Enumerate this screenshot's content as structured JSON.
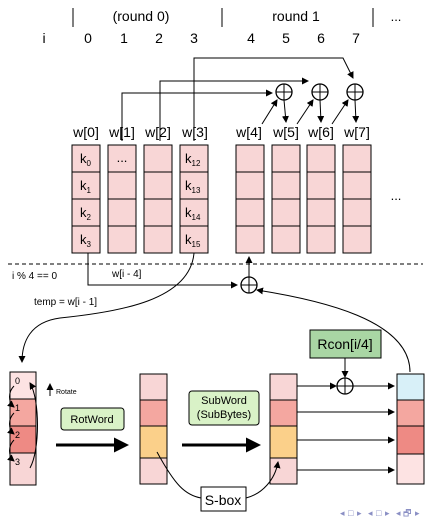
{
  "header": {
    "i_label": "i",
    "round0_label": "(round 0)",
    "round1_label": "round 1",
    "ellipsis": "...",
    "indices": [
      "0",
      "1",
      "2",
      "3",
      "4",
      "5",
      "6",
      "7"
    ]
  },
  "words": {
    "labels": [
      "w[0]",
      "w[1]",
      "w[2]",
      "w[3]",
      "w[4]",
      "w[5]",
      "w[6]",
      "w[7]"
    ],
    "col1_ellipsis": "...",
    "right_ellipsis": "..."
  },
  "keys": {
    "col0": [
      "k",
      "k",
      "k",
      "k"
    ],
    "col0_sub": [
      "0",
      "1",
      "2",
      "3"
    ],
    "col3": [
      "k",
      "k",
      "k",
      "k"
    ],
    "col3_sub": [
      "12",
      "13",
      "14",
      "15"
    ]
  },
  "annotations": {
    "i_mod": "i % 4 == 0",
    "w_i_minus_4": "w[i - 4]",
    "temp": "temp = w[i - 1]",
    "rotate": "Rotate",
    "rotword": "RotWord",
    "subword_line1": "SubWord",
    "subword_line2": "(SubBytes)",
    "sbox": "S-box",
    "rcon": "Rcon[i/4]"
  },
  "stack": {
    "labels": [
      "0",
      "1",
      "2",
      "3"
    ]
  },
  "xor_symbol": "⊕",
  "nav": {
    "symbols": [
      "◂",
      "□",
      "▸",
      "◂",
      "□",
      "▸",
      "◂",
      "🗗",
      "▸"
    ]
  },
  "colors": {
    "cell_light": "#f8d6d6",
    "cell_mid": "#f4a7a0",
    "cell_dark": "#ee8a84",
    "cell_orange": "#fbd08a",
    "cell_blue": "#d8f0f8",
    "cell_faint": "#fde3e3",
    "rotword_box": "#d9f2c7",
    "rcon_box": "#a9d6a4"
  }
}
